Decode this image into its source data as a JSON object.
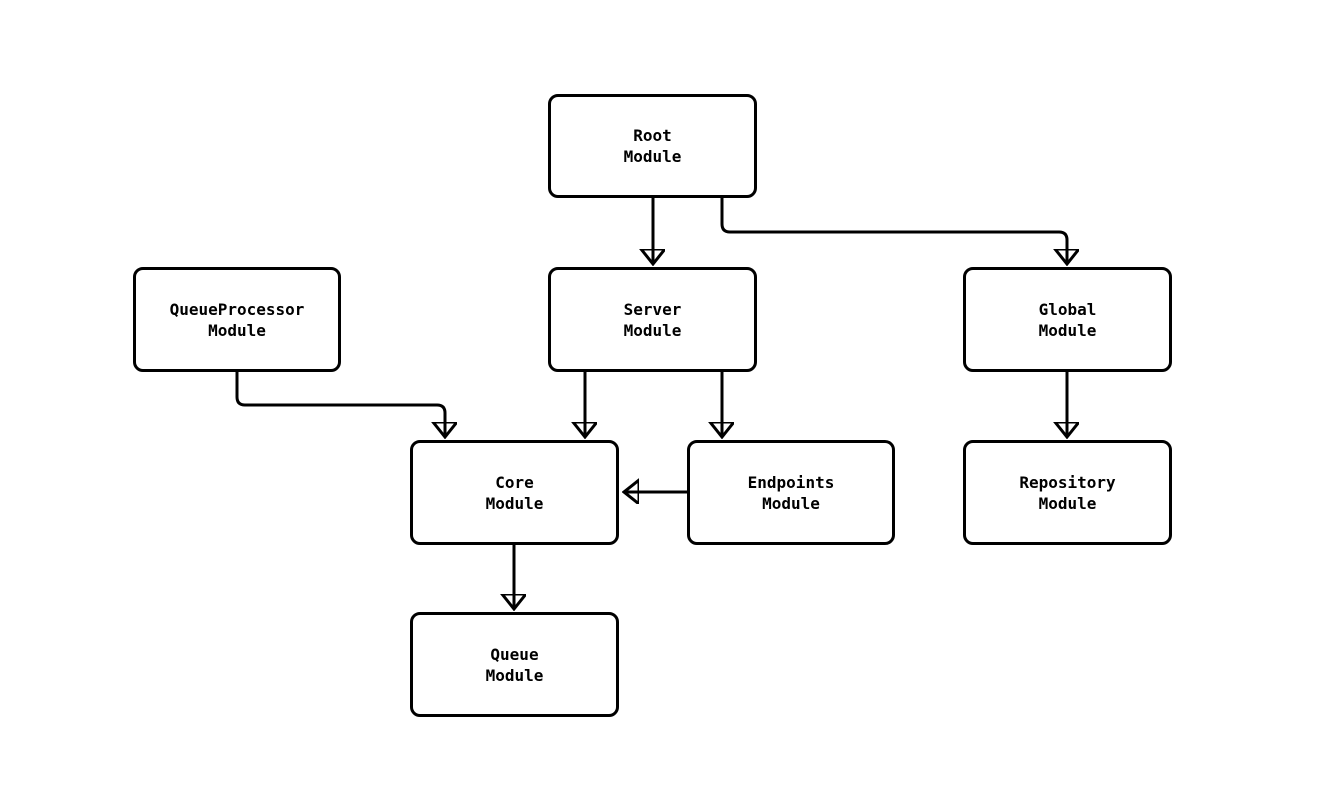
{
  "diagram": {
    "type": "flowchart",
    "background_color": "#ffffff",
    "stroke_color": "#000000",
    "text_color": "#000000",
    "node_fill_color": "#ffffff",
    "nodes": [
      {
        "id": "root",
        "label": "Root\nModule"
      },
      {
        "id": "queueprocessor",
        "label": "QueueProcessor\nModule"
      },
      {
        "id": "server",
        "label": "Server\nModule"
      },
      {
        "id": "global",
        "label": "Global\nModule"
      },
      {
        "id": "core",
        "label": "Core\nModule"
      },
      {
        "id": "endpoints",
        "label": "Endpoints\nModule"
      },
      {
        "id": "repository",
        "label": "Repository\nModule"
      },
      {
        "id": "queue",
        "label": "Queue\nModule"
      }
    ],
    "edges": [
      {
        "from": "root",
        "to": "server"
      },
      {
        "from": "root",
        "to": "global"
      },
      {
        "from": "queueprocessor",
        "to": "core"
      },
      {
        "from": "server",
        "to": "core"
      },
      {
        "from": "server",
        "to": "endpoints"
      },
      {
        "from": "endpoints",
        "to": "core"
      },
      {
        "from": "global",
        "to": "repository"
      },
      {
        "from": "core",
        "to": "queue"
      }
    ]
  }
}
